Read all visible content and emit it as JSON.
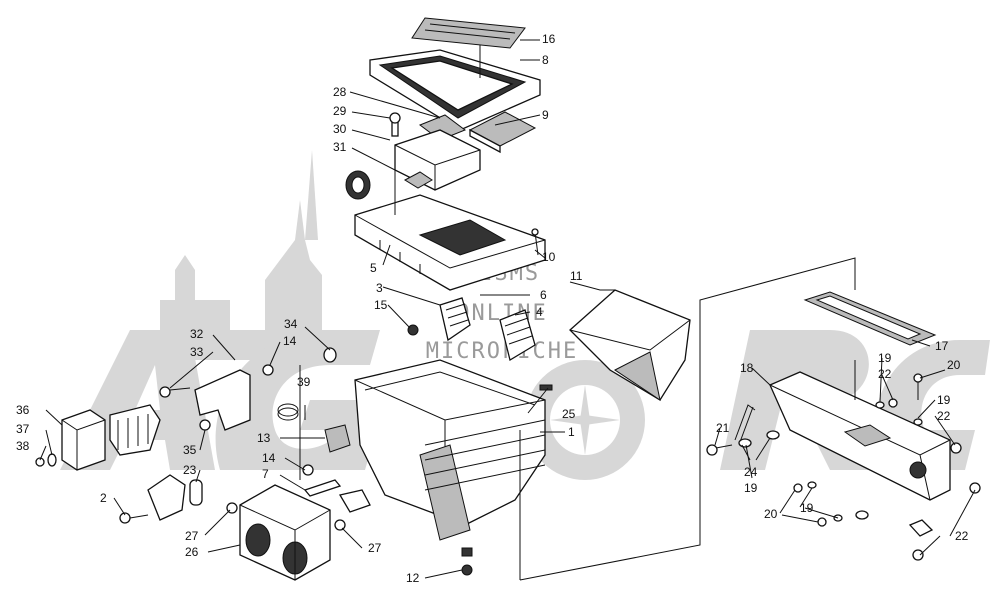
{
  "labels": [
    "1",
    "2",
    "3",
    "4",
    "5",
    "6",
    "7",
    "8",
    "9",
    "10",
    "11",
    "12",
    "13",
    "14",
    "15",
    "16",
    "17",
    "18",
    "19",
    "20",
    "21",
    "22",
    "23",
    "24",
    "25",
    "26",
    "27",
    "28",
    "29",
    "30",
    "31",
    "32",
    "33",
    "34",
    "35",
    "36",
    "37",
    "38",
    "39"
  ],
  "watermark": {
    "logo_lines": [
      "HISMS",
      "ONLINE",
      "MICROFICHE"
    ]
  }
}
